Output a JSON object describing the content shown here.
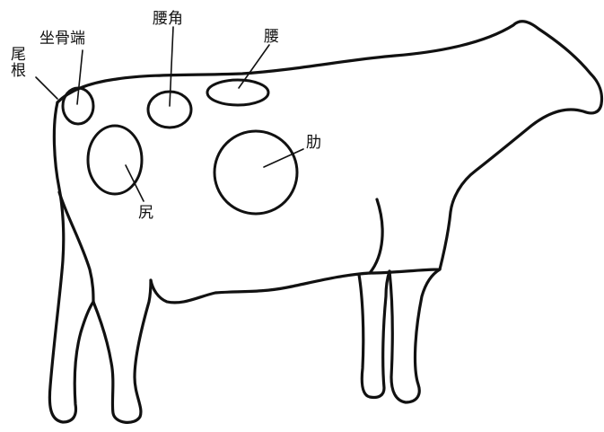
{
  "labels": {
    "tailhead": "尾\n根",
    "pin_bone": "坐骨端",
    "hook_bone": "腰角",
    "loin": "腰",
    "ribs": "肋",
    "rump": "尻"
  },
  "colors": {
    "line": "#111111",
    "background": "#ffffff"
  }
}
